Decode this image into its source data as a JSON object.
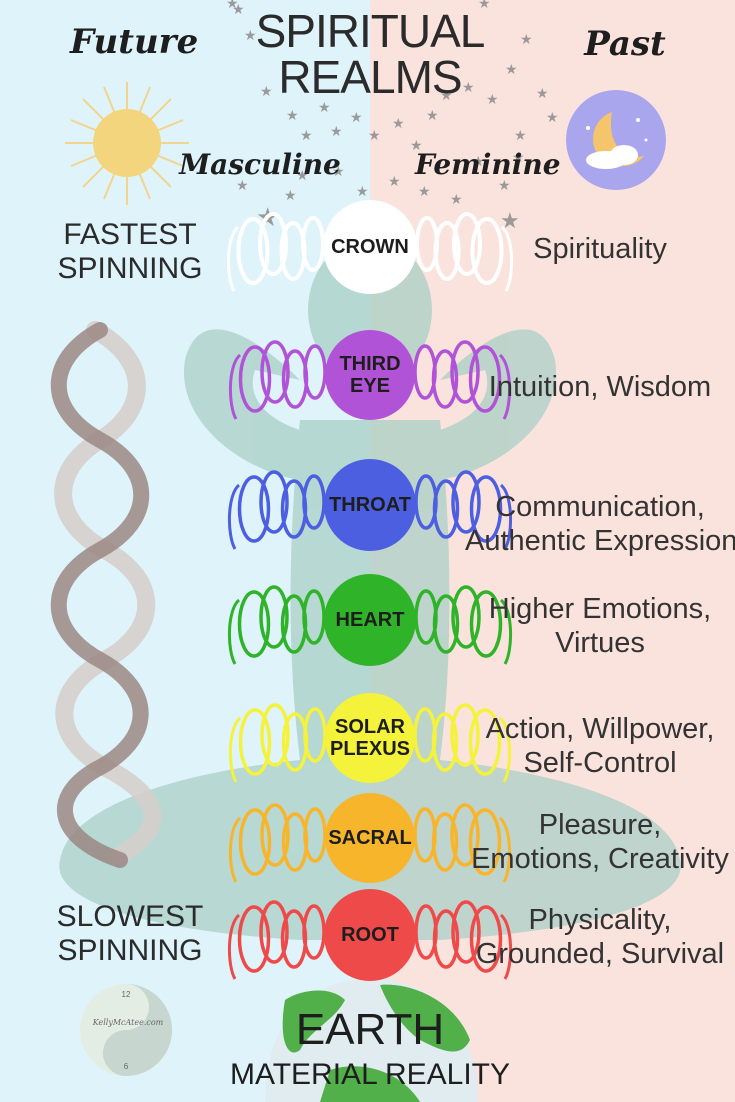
{
  "title_line1": "SPIRITUAL",
  "title_line2": "REALMS",
  "future": "Future",
  "past": "Past",
  "masculine": "Masculine",
  "feminine": "Feminine",
  "fastest_line1": "FASTEST",
  "fastest_line2": "SPINNING",
  "slowest_line1": "SLOWEST",
  "slowest_line2": "SPINNING",
  "earth_title": "EARTH",
  "earth_subtitle": "MATERIAL REALITY",
  "logo_text": "KellyMcAtee.com",
  "clock_12": "12",
  "clock_6": "6",
  "colors": {
    "left_bg": "#dff3fb",
    "right_bg": "#fbe3dd",
    "silhouette": "#a9cfc6",
    "crown": "#ffffff",
    "third_eye": "#b153d6",
    "throat": "#4c5fe0",
    "heart": "#2fb328",
    "solar_plexus": "#f4f23a",
    "sacral": "#f7b52c",
    "root": "#ef4a4a"
  },
  "chakras": [
    {
      "name1": "CROWN",
      "name2": "",
      "desc1": "Spirituality",
      "desc2": "",
      "color": "#ffffff"
    },
    {
      "name1": "THIRD",
      "name2": "EYE",
      "desc1": "Intuition, Wisdom",
      "desc2": "",
      "color": "#b153d6"
    },
    {
      "name1": "THROAT",
      "name2": "",
      "desc1": "Communication,",
      "desc2": "Authentic Expression",
      "color": "#4c5fe0"
    },
    {
      "name1": "HEART",
      "name2": "",
      "desc1": "Higher Emotions,",
      "desc2": "Virtues",
      "color": "#2fb328"
    },
    {
      "name1": "SOLAR",
      "name2": "PLEXUS",
      "desc1": "Action, Willpower,",
      "desc2": "Self-Control",
      "color": "#f4f23a"
    },
    {
      "name1": "SACRAL",
      "name2": "",
      "desc1": "Pleasure,",
      "desc2": "Emotions, Creativity",
      "color": "#f7b52c"
    },
    {
      "name1": "ROOT",
      "name2": "",
      "desc1": "Physicality,",
      "desc2": "Grounded, Survival",
      "color": "#ef4a4a"
    }
  ]
}
